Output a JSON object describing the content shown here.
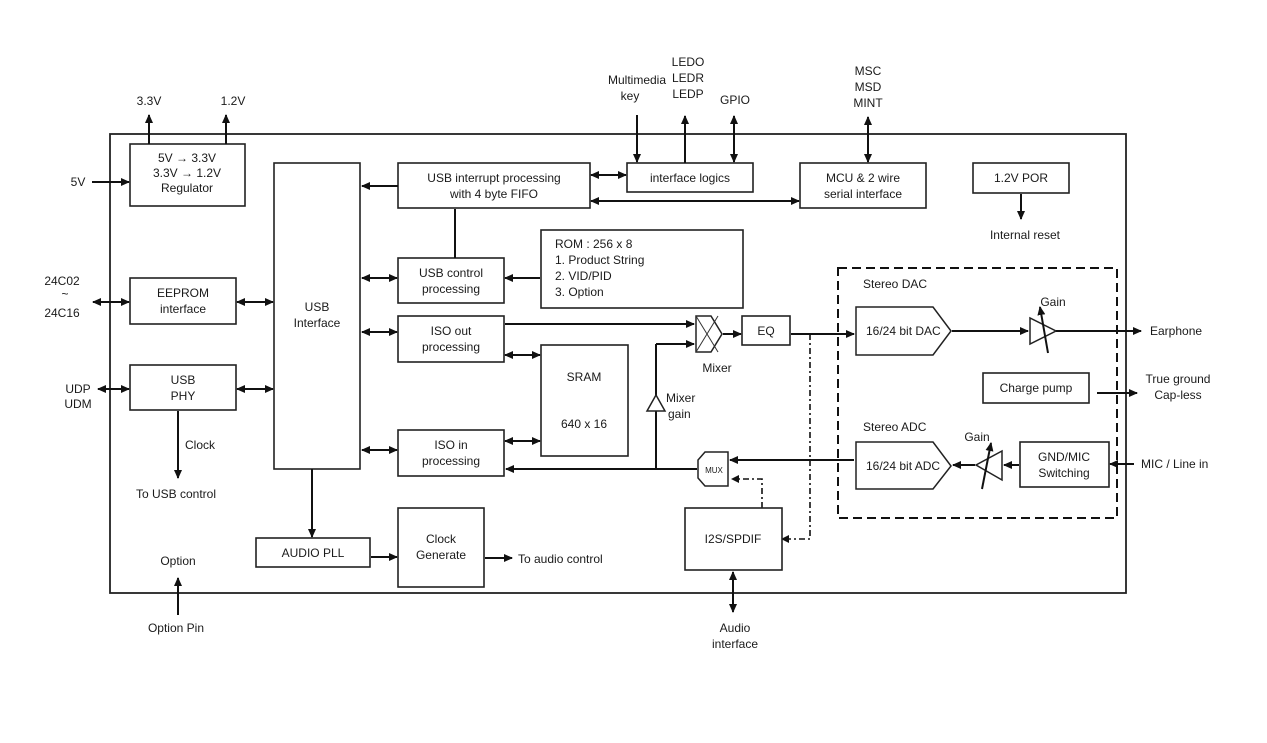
{
  "diagram": {
    "title": "USB audio codec block diagram",
    "external_signals": {
      "v33_out": "3.3V",
      "v12_out": "1.2V",
      "v5_in": "5V",
      "eeprom_top": "24C02",
      "eeprom_tilde": "~",
      "eeprom_bottom": "24C16",
      "udp": "UDP",
      "udm": "UDM",
      "multimedia_1": "Multimedia",
      "multimedia_2": "key",
      "led_1": "LEDO",
      "led_2": "LEDR",
      "led_3": "LEDP",
      "gpio": "GPIO",
      "msc": "MSC",
      "msd": "MSD",
      "mint": "MINT",
      "internal_reset": "Internal reset",
      "earphone": "Earphone",
      "true_ground": "True ground",
      "cap_less": "Cap-less",
      "mic_line_in": "MIC / Line in",
      "audio_if_1": "Audio",
      "audio_if_2": "interface",
      "option_pin": "Option Pin",
      "option": "Option",
      "clock": "Clock",
      "to_usb_control": "To USB  control",
      "to_audio_control": "To audio control"
    },
    "blocks": {
      "regulator": [
        "5V → 3.3V",
        "3.3V → 1.2V",
        "Regulator"
      ],
      "eeprom": [
        "EEPROM",
        "interface"
      ],
      "usb_phy": [
        "USB",
        "PHY"
      ],
      "usb_interface": [
        "USB",
        "Interface"
      ],
      "usb_interrupt": [
        "USB interrupt processing",
        "with 4 byte FIFO"
      ],
      "interface_logics": [
        "interface logics"
      ],
      "mcu": [
        "MCU & 2 wire",
        "serial interface"
      ],
      "por": [
        "1.2V POR"
      ],
      "usb_control": [
        "USB control",
        "processing"
      ],
      "rom": [
        "ROM : 256 x 8",
        "1. Product String",
        "2. VID/PID",
        "3. Option"
      ],
      "iso_out": [
        "ISO out",
        "processing"
      ],
      "sram": [
        "SRAM",
        "640 x 16"
      ],
      "iso_in": [
        "ISO in",
        "processing"
      ],
      "mixer": "Mixer",
      "mixer_gain": [
        "Mixer",
        "gain"
      ],
      "eq": "EQ",
      "mux": "MUX",
      "i2s": "I2S/SPDIF",
      "audio_pll": "AUDIO PLL",
      "clock_gen": [
        "Clock",
        "Generate"
      ],
      "stereo_dac_label": "Stereo DAC",
      "dac": "16/24 bit DAC",
      "dac_gain": "Gain",
      "charge_pump": "Charge pump",
      "stereo_adc_label": "Stereo ADC",
      "adc": "16/24 bit ADC",
      "adc_gain": "Gain",
      "gnd_mic": [
        "GND/MIC",
        "Switching"
      ]
    }
  }
}
